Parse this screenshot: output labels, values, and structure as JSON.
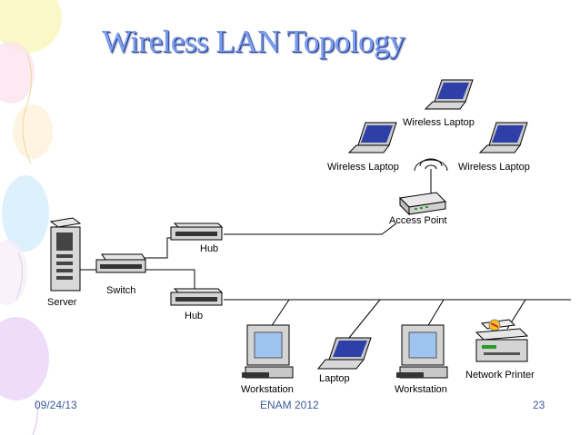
{
  "slide": {
    "title": "Wireless LAN Topology",
    "footer_date": "09/24/13",
    "footer_center": "ENAM 2012",
    "footer_page": "23"
  },
  "diagram": {
    "labels": {
      "laptop_top": "Wireless Laptop",
      "laptop_left": "Wireless Laptop",
      "laptop_right": "Wireless Laptop",
      "access_point": "Access Point",
      "hub_upper": "Hub",
      "hub_lower": "Hub",
      "switch": "Switch",
      "server": "Server",
      "workstation_1": "Workstation",
      "laptop_wired": "Laptop",
      "workstation_2": "Workstation",
      "network_printer": "Network Printer"
    }
  },
  "colors": {
    "title": "#7c9ef0",
    "footer_text": "#3c5a9a",
    "screen": "#2f3fa8",
    "cable": "#000000"
  }
}
